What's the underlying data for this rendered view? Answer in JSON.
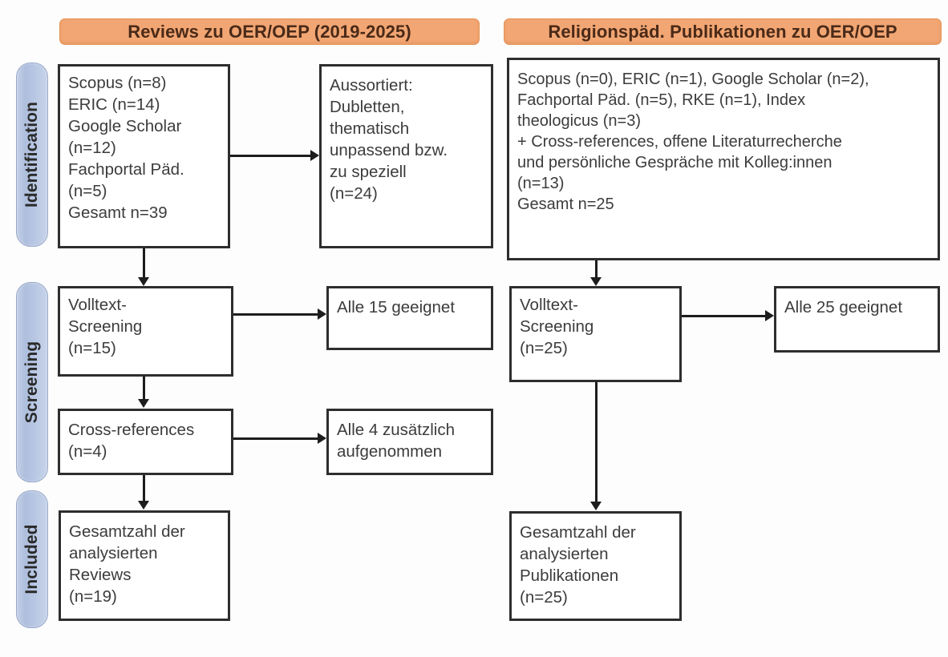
{
  "diagram": {
    "type": "prisma-flow-diagram",
    "columns": [
      {
        "id": "left",
        "header": "Reviews zu OER/OEP (2019-2025)"
      },
      {
        "id": "right",
        "header": "Religionspäd. Publikationen zu OER/OEP"
      }
    ],
    "stages": [
      {
        "id": "identification",
        "label": "Identification"
      },
      {
        "id": "screening",
        "label": "Screening"
      },
      {
        "id": "included",
        "label": "Included"
      }
    ],
    "boxes": {
      "left_identification": {
        "lines": [
          "Scopus (n=8)",
          "ERIC (n=14)",
          "Google Scholar",
          "(n=12)",
          "Fachportal Päd.",
          "(n=5)",
          "Gesamt n=39"
        ]
      },
      "left_excluded": {
        "lines": [
          "Aussortiert:",
          "Dubletten,",
          "thematisch",
          "unpassend bzw.",
          "zu speziell",
          "(n=24)"
        ]
      },
      "left_fulltext": {
        "lines": [
          "Volltext-",
          "Screening",
          "(n=15)"
        ]
      },
      "left_fulltext_result": {
        "lines": [
          "Alle 15 geeignet"
        ]
      },
      "left_crossref": {
        "lines": [
          "Cross-references",
          "(n=4)"
        ]
      },
      "left_crossref_result": {
        "lines": [
          "Alle 4 zusätzlich",
          "aufgenommen"
        ]
      },
      "left_included": {
        "lines": [
          "Gesamtzahl der",
          "analysierten",
          "Reviews",
          "(n=19)"
        ]
      },
      "right_identification": {
        "lines": [
          "Scopus (n=0), ERIC (n=1), Google Scholar (n=2),",
          "Fachportal Päd. (n=5), RKE (n=1), Index",
          "theologicus (n=3)",
          "+ Cross-references, offene Literaturrecherche",
          "und persönliche Gespräche mit Kolleg:innen",
          "(n=13)",
          "Gesamt n=25"
        ]
      },
      "right_fulltext": {
        "lines": [
          "Volltext-",
          "Screening",
          "(n=25)"
        ]
      },
      "right_fulltext_result": {
        "lines": [
          "Alle 25 geeignet"
        ]
      },
      "right_included": {
        "lines": [
          "Gesamtzahl der",
          "analysierten",
          "Publikationen",
          "(n=25)"
        ]
      }
    },
    "colors": {
      "header_orange": "#f2a673",
      "header_text": "#4a2a18",
      "stage_blue": "#b9c8e4",
      "box_border": "#2e2e2e",
      "box_text": "#3c3c3c",
      "connector": "#1d1d1d",
      "background": "#fdfdfd"
    }
  }
}
